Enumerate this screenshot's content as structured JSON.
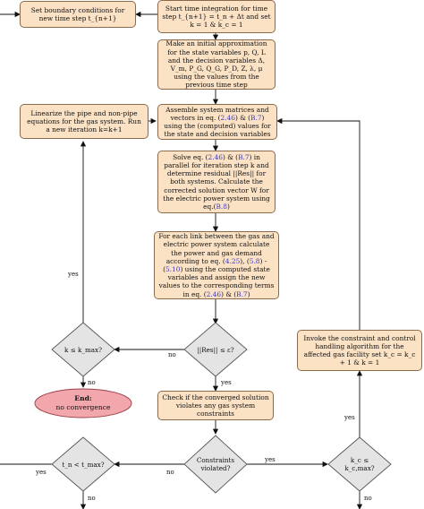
{
  "boxes": {
    "boundary": "Set boundary conditions for new time step t_{n+1}",
    "start": "Start time integration for time step t_{n+1} = t_n + Δt and set k = 1 & k_c = 1",
    "approx": "Make an initial approximation for the state variables p, Q, L and the decision variables Δ, V_m, P_G, Q_G, P_D, Z, λ, μ using the values from the previous time step",
    "linearize": "Linearize the pipe and non-pipe equations for the gas system. Run a new iteration k=k+1",
    "assemble_pre": "Assemble system matrices and vectors in eq. (",
    "assemble_ref1": "2.46",
    "assemble_mid": ") & (",
    "assemble_ref2": "B.7",
    "assemble_post": ") using the (computed) values for the state and decision variables",
    "solve_a": "Solve eq. (",
    "solve_ref1": "2.46",
    "solve_b": ") & (",
    "solve_ref2": "B.7",
    "solve_c": ") in parallel for iteration step k and determine residual ||Res|| for both systems. Calculate the corrected solution vector W for the electric power system using eq.(",
    "solve_ref3": "B.8",
    "solve_d": ")",
    "link_a": "For each link between the gas and electric power system calculate the power and gas demand according to eq. (",
    "link_ref1": "4.25",
    "link_b": "), (",
    "link_ref2": "5.8",
    "link_c": ") - (",
    "link_ref3": "5.10",
    "link_d": ") using the computed state variables and assign the new values to the corresponding terms in eq. (",
    "link_ref4": "2.46",
    "link_e": ") & (",
    "link_ref5": "B.7",
    "link_f": ")",
    "invoke": "Invoke the constraint and control handling algorithm for the affected gas facility set k_c = k_c + 1 & k = 1",
    "check": "Check if the converged solution violates any gas system constraints"
  },
  "diamonds": {
    "kmax": "k ≤ k_max?",
    "res": "||Res|| ≤ ε?",
    "tn": "t_n < t_max?",
    "constraints": "Constraints violated?",
    "kc": "k_c ≤ k_c,max?"
  },
  "terminal": {
    "title": "End:",
    "subtitle": "no convergence"
  },
  "edge_labels": {
    "yes_left": "yes",
    "no_kmax": "no",
    "no_res_left": "no",
    "yes_res": "yes",
    "yes_kc": "yes",
    "yes_constraints": "yes",
    "no_constraints": "no",
    "yes_tn": "yes",
    "no_tn": "no",
    "no_kc": "no"
  }
}
